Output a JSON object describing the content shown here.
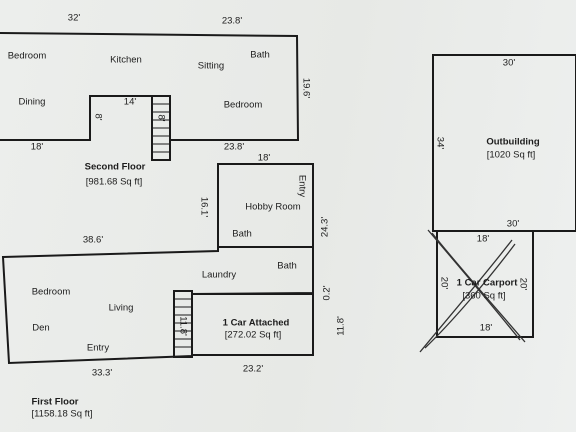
{
  "second_floor": {
    "title": "Second Floor",
    "area": "[981.68 Sq ft]",
    "rooms": {
      "bedroom_left": "Bedroom",
      "kitchen": "Kitchen",
      "sitting": "Sitting",
      "bath": "Bath",
      "dining": "Dining",
      "bedroom_right": "Bedroom"
    },
    "dims": {
      "top_left": "32'",
      "top_right": "23.8'",
      "right_side": "19.6'",
      "notch_width": "14'",
      "notch_depth": "8'",
      "stair_dim": "8'",
      "bottom_left": "18'",
      "bottom_right": "23.8'"
    }
  },
  "first_floor": {
    "title": "First Floor",
    "area": "[1158.18 Sq ft]",
    "rooms": {
      "hobby_room": "Hobby Room",
      "entry_right": "Entry",
      "bath_upper": "Bath",
      "bath_lower": "Bath",
      "laundry": "Laundry",
      "bedroom": "Bedroom",
      "living": "Living",
      "den": "Den",
      "entry_bottom": "Entry"
    },
    "dims": {
      "hobby_top": "18'",
      "hobby_left": "16.1'",
      "right_upper": "24.3'",
      "left_top": "38.6'",
      "right_mid": "0.2'",
      "right_lower": "11.8'",
      "stair_dim": "11.8'",
      "bottom_left": "33.3'",
      "bottom_right": "23.2'"
    }
  },
  "garage": {
    "title": "1 Car Attached",
    "area": "[272.02 Sq ft]"
  },
  "outbuilding": {
    "title": "Outbuilding",
    "area": "[1020 Sq ft]",
    "dims": {
      "top": "30'",
      "left": "34'",
      "bottom": "30'"
    }
  },
  "carport": {
    "title": "1 Car Carport",
    "area": "[360 Sq ft]",
    "dims": {
      "top": "18'",
      "left": "20'",
      "right": "20'",
      "bottom": "18'"
    },
    "crossed_out": true
  },
  "colors": {
    "wall": "#1a1a1a",
    "paper": "#e9ebe8"
  }
}
